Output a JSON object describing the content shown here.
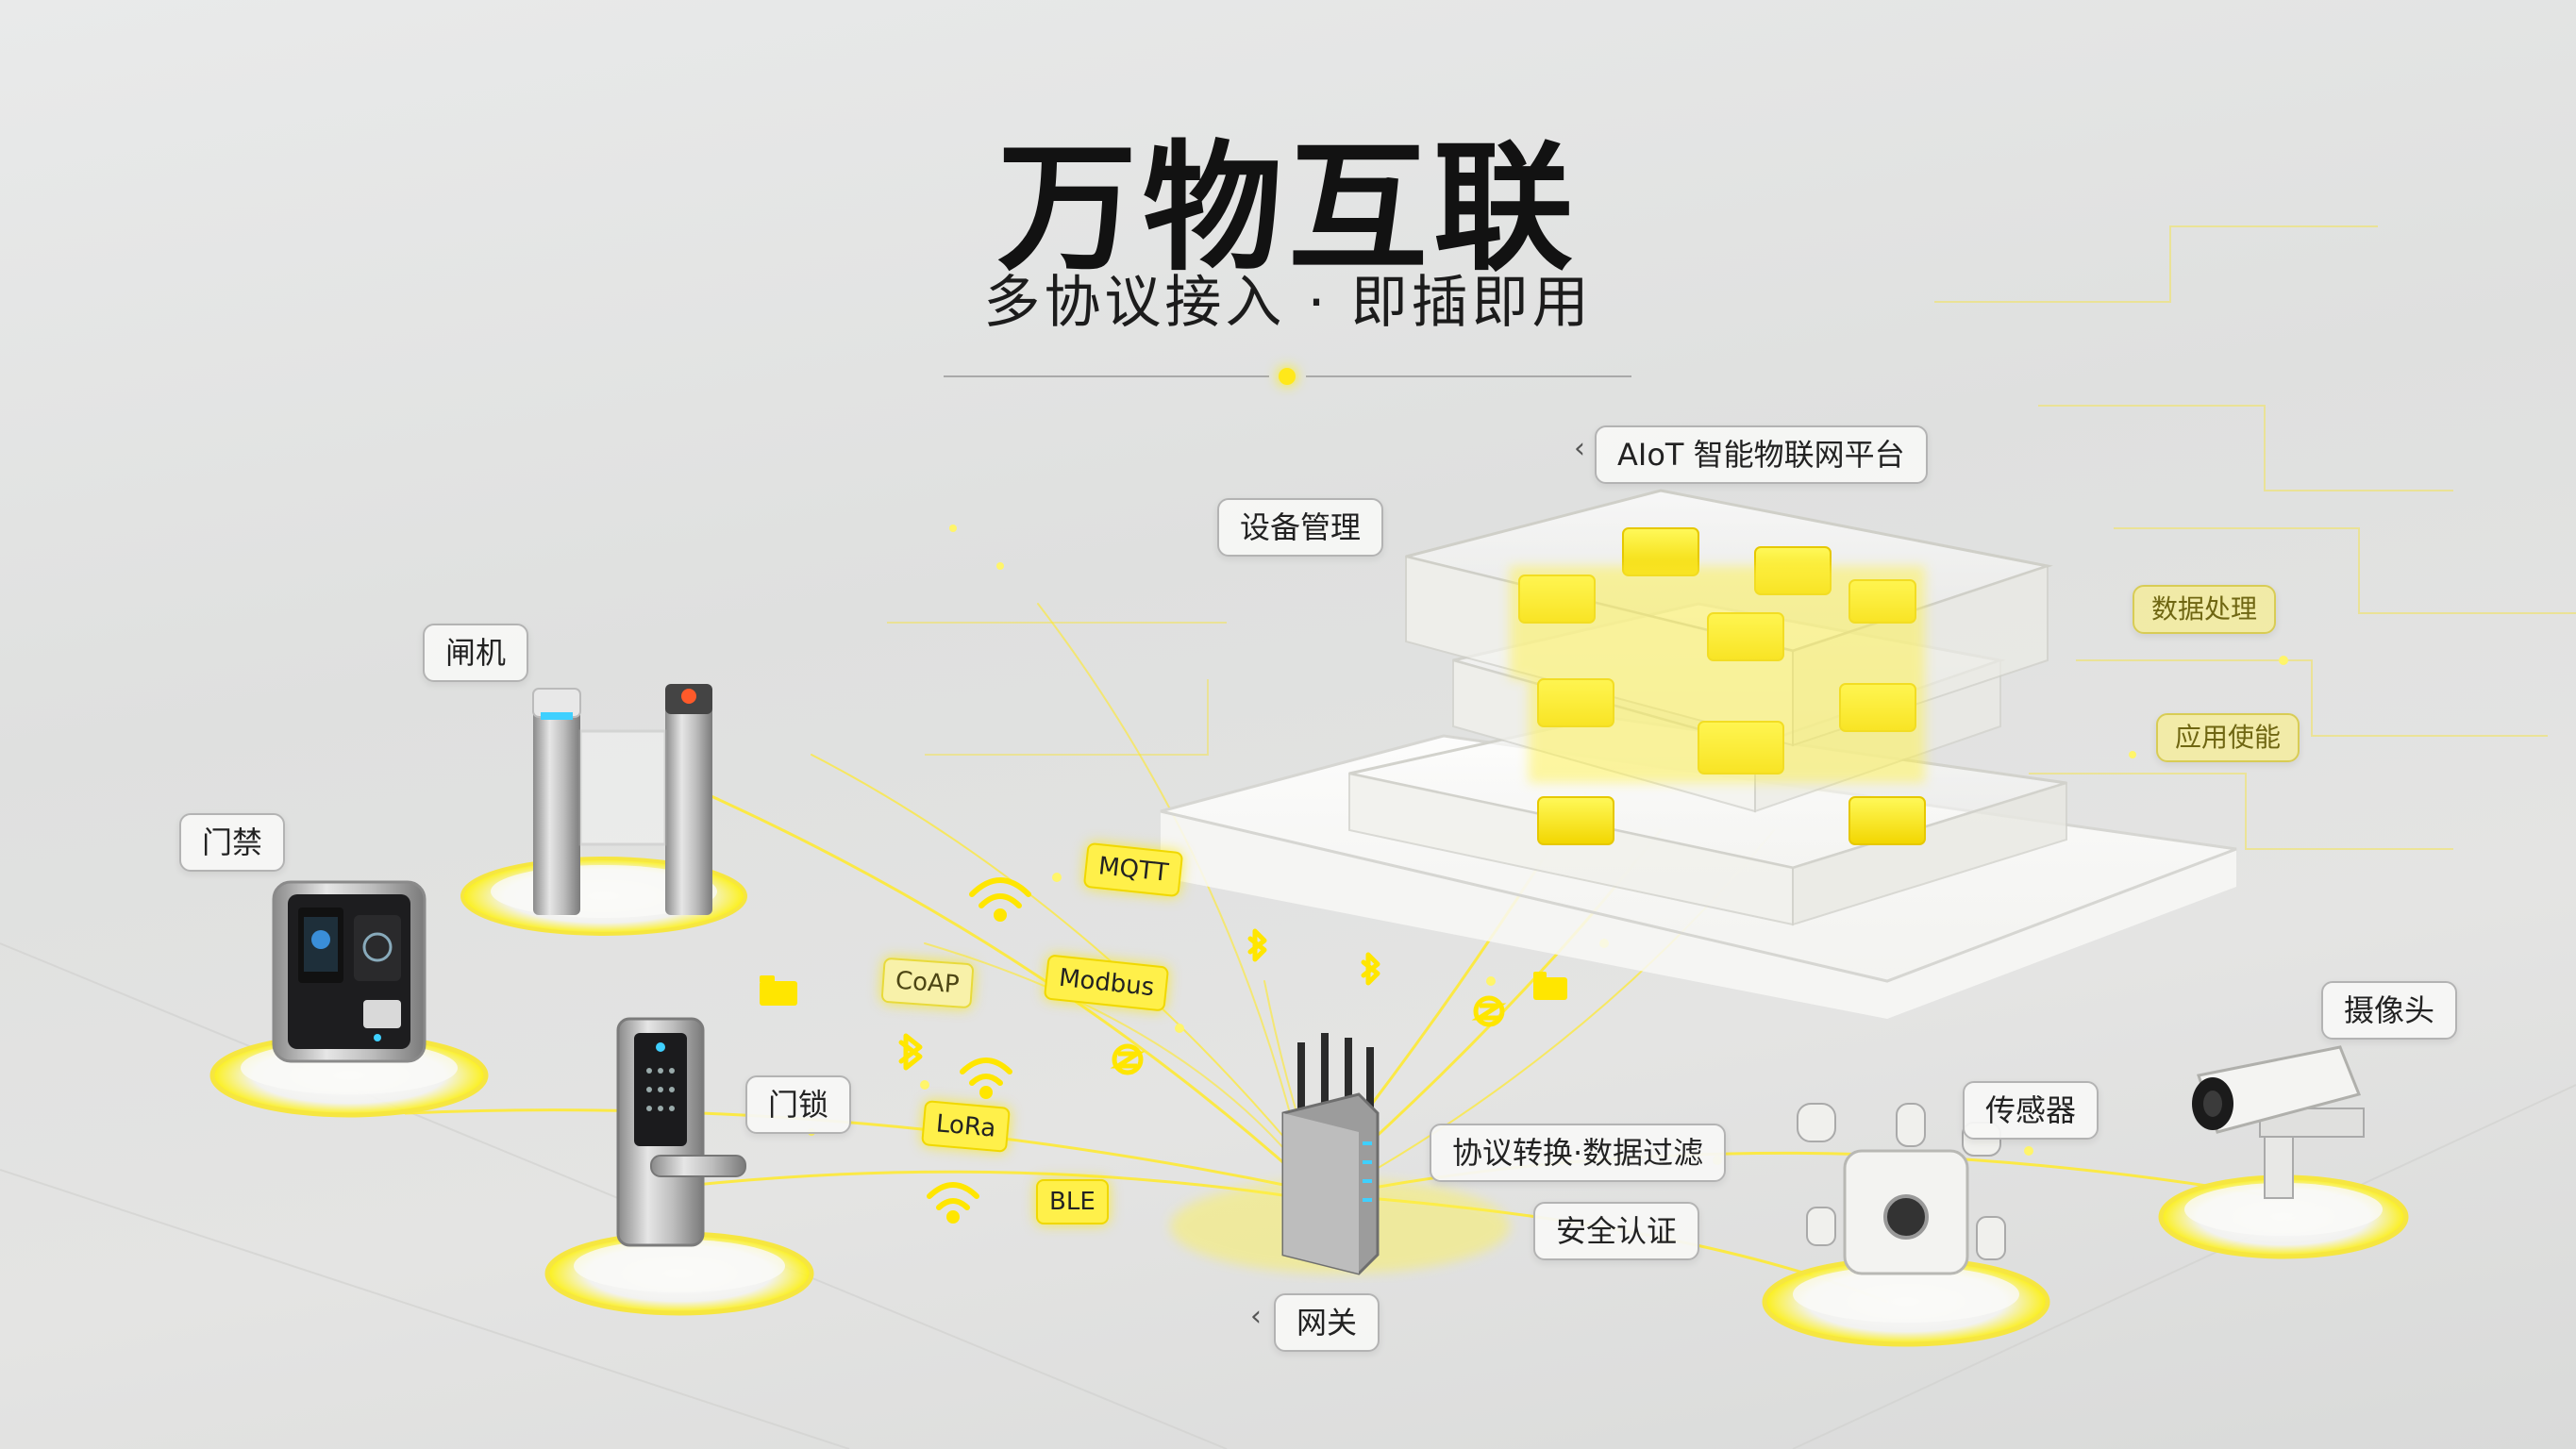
{
  "title": "万物互联",
  "subtitle": "多协议接入 · 即插即用",
  "labels": {
    "platform": "AIoT 智能物联网平台",
    "device_mgmt": "设备管理",
    "data_processing": "数据处理",
    "app_enablement": "应用使能",
    "gate": "闸机",
    "access_control": "门禁",
    "door_lock": "门锁",
    "gateway": "网关",
    "protocol_conversion": "协议转换·数据过滤",
    "security_auth": "安全认证",
    "sensor": "传感器",
    "camera": "摄像头"
  },
  "protocols": {
    "mqtt": "MQTT",
    "coap": "CoAP",
    "modbus": "Modbus",
    "lora": "LoRa",
    "ble": "BLE"
  },
  "colors": {
    "accent": "#ffe600",
    "glow": "#fff34d",
    "text": "#141414",
    "callout_border": "#b3b3b3"
  },
  "icons": [
    "wifi-icon",
    "bluetooth-icon",
    "zigbee-icon",
    "cloud-icon",
    "folder-icon"
  ]
}
